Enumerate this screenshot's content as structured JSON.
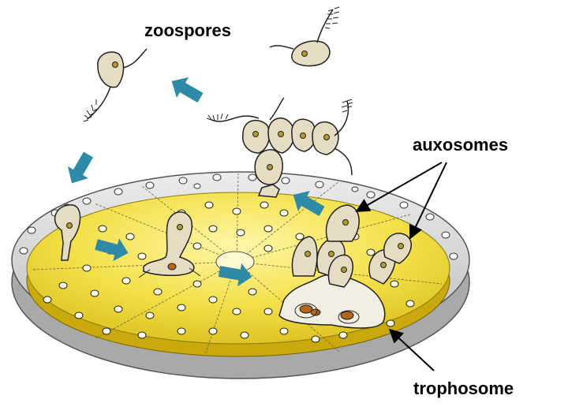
{
  "labels": {
    "zoospores": "zoospores",
    "auxosomes": "auxosomes",
    "trophosome": "trophosome"
  },
  "colors": {
    "agar": "#f2dd3d",
    "agar_edge": "#c8ad10",
    "dish": "#d6d6d6",
    "dish_rim": "#8a8a8a",
    "cell_fill": "#e6dcc4",
    "cell_outline": "#222222",
    "arrow": "#2e8aa6",
    "nucleus": "#b59a2c",
    "lipid": "#b5651d"
  },
  "icons": {
    "flow_arrow": "teal-flow-arrow-icon",
    "label_pointer": "black-pointer-arrow-icon"
  }
}
